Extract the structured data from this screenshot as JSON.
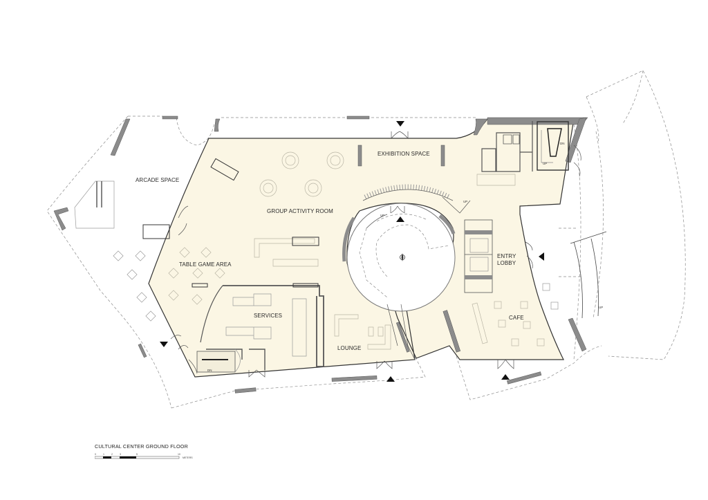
{
  "drawing": {
    "title": "CULTURAL CENTER GROUND FLOOR",
    "scale_bar": {
      "ticks": [
        "0",
        "1",
        "2",
        "3",
        "5",
        "10"
      ],
      "unit": "METERS"
    }
  },
  "rooms": [
    {
      "id": "arcade",
      "label": "ARCADE SPACE"
    },
    {
      "id": "group",
      "label": "GROUP ACTIVITY ROOM"
    },
    {
      "id": "exhibition",
      "label": "EXHIBITION SPACE"
    },
    {
      "id": "tablegame",
      "label": "TABLE GAME AREA"
    },
    {
      "id": "services",
      "label": "SERVICES"
    },
    {
      "id": "lounge",
      "label": "LOUNGE"
    },
    {
      "id": "entry1",
      "label": "ENTRY"
    },
    {
      "id": "entry2",
      "label": "LOBBY"
    },
    {
      "id": "cafe",
      "label": "CAFE"
    }
  ],
  "stair_labels": {
    "ne_dn": "DN",
    "ne_up": "UP",
    "center_up_left": "UP",
    "center_up_right": "UP",
    "sw_dn": "DN",
    "ramp_up": "UP"
  },
  "entries": [
    {
      "id": "north-entry",
      "direction": "down"
    },
    {
      "id": "east-entry",
      "direction": "left"
    },
    {
      "id": "south-entry-lounge",
      "direction": "up"
    },
    {
      "id": "south-entry-cafe",
      "direction": "up"
    },
    {
      "id": "west-entry",
      "direction": "down"
    },
    {
      "id": "atrium-entry",
      "direction": "up"
    }
  ],
  "colors": {
    "floor_fill": "#fbf6e4",
    "wall_fill": "#8c8c8c",
    "line": "#333333",
    "background": "#ffffff"
  }
}
